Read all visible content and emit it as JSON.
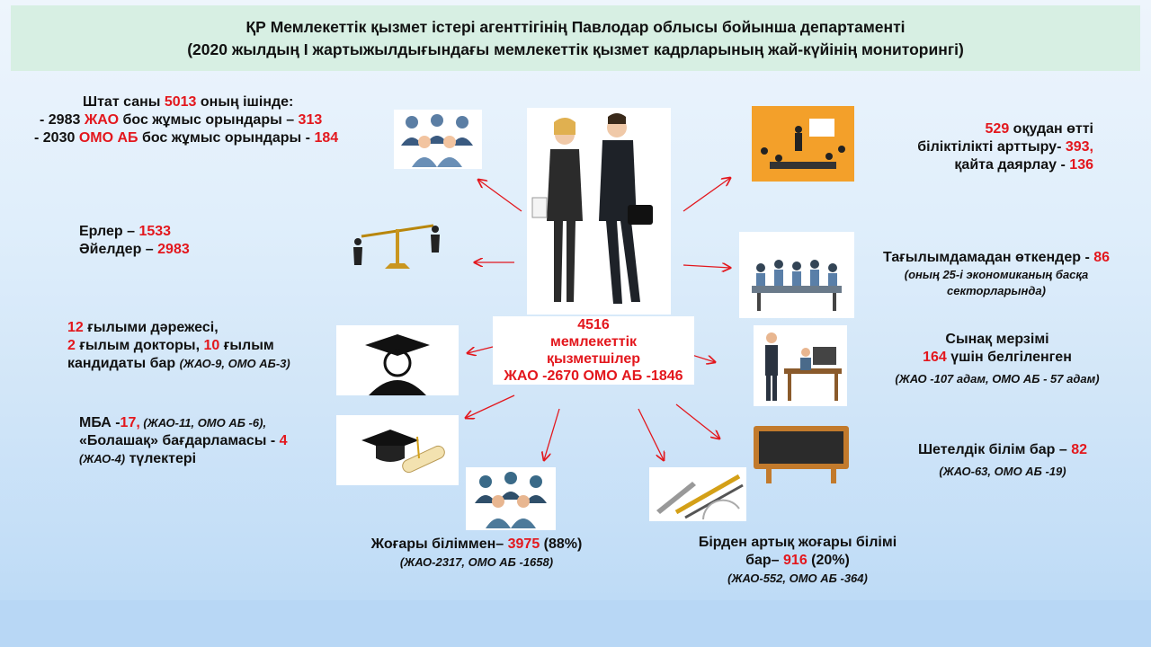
{
  "header": {
    "line1": "ҚР Мемлекеттік қызмет істері агенттігінің Павлодар облысы бойынша департаменті",
    "line2": "(2020 жылдың І жартыжылдығындағы мемлекеттік қызмет кадрларының жай-күйінің мониторингі)"
  },
  "staff": {
    "l1a": "Штат саны ",
    "l1n": "5013",
    "l1b": " оның ішінде:",
    "l2a": "- 2983 ",
    "l2r": "ЖАО",
    "l2b": " бос жұмыс орындары – ",
    "l2n": "313",
    "l3a": "- 2030 ",
    "l3r": "ОМО АБ",
    "l3b": " бос жұмыс орындары - ",
    "l3n": "184"
  },
  "gender": {
    "men_label": "Ерлер – ",
    "men": "1533",
    "women_label": "Әйелдер – ",
    "women": "2983"
  },
  "science": {
    "n1": "12",
    "t1": " ғылыми дәрежесі,",
    "n2": "2",
    "t2": " ғылым докторы, ",
    "n3": "10",
    "t3": " ғылым",
    "t4": "кандидаты бар ",
    "note": "(ЖАО-9, ОМО АБ-3)"
  },
  "mba": {
    "t1": "МБА -",
    "n1": "17,",
    "note1": " (ЖАО-11, ОМО АБ -6),",
    "t2": "«Болашақ» бағдарламасы - ",
    "n2": "4",
    "note2": "(ЖАО-4)",
    "t3": "  түлектері"
  },
  "higher": {
    "t1": "Жоғары біліммен– ",
    "n1": "3975",
    "t2": " (88%)",
    "note": "(ЖАО-2317, ОМО АБ -1658)"
  },
  "multi": {
    "t1": "Бірден артық жоғары білімі",
    "t2": "бар– ",
    "n1": "916",
    "t3": " (20%)",
    "note": "(ЖАО-552, ОМО АБ -364)"
  },
  "courses": {
    "n1": "529",
    "t1": " оқудан өтті",
    "t2": "біліктілікті арттыру- ",
    "n2": "393,",
    "t3": "қайта даярлау - ",
    "n3": "136"
  },
  "intern": {
    "t1": "Тағылымдамадан өткендер - ",
    "n1": "86",
    "note": "(оның 25-і экономиканың басқа секторларында)"
  },
  "probation": {
    "t1": "Сынақ мерзімі",
    "n1": "164",
    "t2": " үшін белгіленген",
    "note": "(ЖАО -107 адам,  ОМО АБ - 57 адам)"
  },
  "foreign": {
    "t1": "Шетелдік білім бар – ",
    "n1": "82",
    "note": "(ЖАО-63, ОМО АБ -19)"
  },
  "center": {
    "l1": "4516",
    "l2": "мемлекеттік",
    "l3": "қызметшілер",
    "l4": "ЖАО -2670 ОМО АБ -1846"
  },
  "colors": {
    "accent": "#e3171d",
    "header_bg": "#d7efe3",
    "arrow": "#e3171d"
  }
}
